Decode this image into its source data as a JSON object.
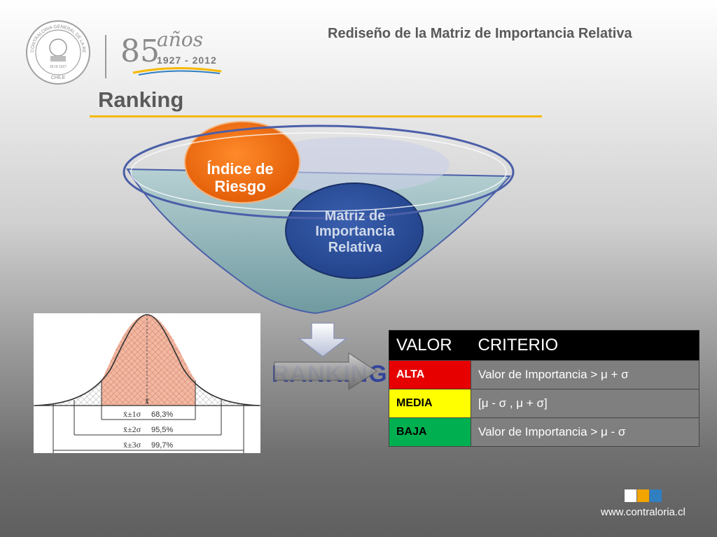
{
  "header": {
    "slide_title": "Rediseño de la Matriz de Importancia Relativa",
    "section_title": "Ranking"
  },
  "logos": {
    "seal_text": "CONTRALORIA GENERAL DE LA REPUBLICA · CHILE",
    "seal_date": "26-III-1927",
    "anniversary_number": "85",
    "anniversary_word": "años",
    "anniversary_years": "1927 - 2012"
  },
  "funnel": {
    "bubble1": "Índice de Riesgo",
    "bubble1_line1": "Índice de",
    "bubble1_line2": "Riesgo",
    "bubble2_line1": "Matriz de",
    "bubble2_line2": "Importancia",
    "bubble2_line3": "Relativa",
    "result_word": "RANKING"
  },
  "bell_curve": {
    "center_symbol": "x̄",
    "rows": [
      {
        "label": "x̄±1σ",
        "pct": "68,3%"
      },
      {
        "label": "x̄±2σ",
        "pct": "95,5%"
      },
      {
        "label": "x̄±3σ",
        "pct": "99,7%"
      }
    ]
  },
  "table": {
    "headers": [
      "VALOR",
      "CRITERIO"
    ],
    "rows": [
      {
        "level": "ALTA",
        "criterion": "Valor de Importancia > μ + σ"
      },
      {
        "level": "MEDIA",
        "criterion": "[μ - σ , μ + σ]"
      },
      {
        "level": "BAJA",
        "criterion": "Valor de Importancia > μ - σ"
      }
    ]
  },
  "footer": {
    "url": "www.contraloria.cl",
    "square_colors": [
      "#ffffff",
      "#f0a500",
      "#2f7fc1"
    ]
  },
  "colors": {
    "accent_rule": "#f5b800",
    "bubble_orange": "#f26a10",
    "bubble_blue": "#2d4f9a",
    "funnel_fill": "#8fb3b8",
    "alta": "#e60000",
    "media": "#ffff00",
    "baja": "#00b050"
  }
}
